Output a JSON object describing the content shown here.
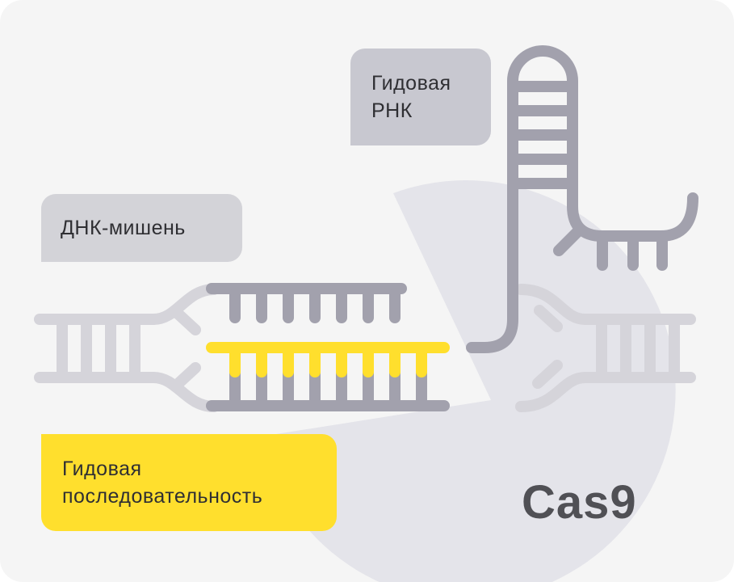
{
  "labels": {
    "guide_rna": [
      "Гидовая",
      "РНК"
    ],
    "target_dna": "ДНК-мишень",
    "guide_sequence": [
      "Гидовая",
      "последовательность"
    ],
    "protein": "Cas9"
  },
  "colors": {
    "background": "#f5f5f5",
    "cas9_body": "#e4e4ea",
    "dna_light": "#d5d4da",
    "strand_dark": "#a2a1ad",
    "guide_yellow": "#ffdf2d",
    "label_gray": "#c8c8d0",
    "label_light": "#d3d3d8"
  }
}
